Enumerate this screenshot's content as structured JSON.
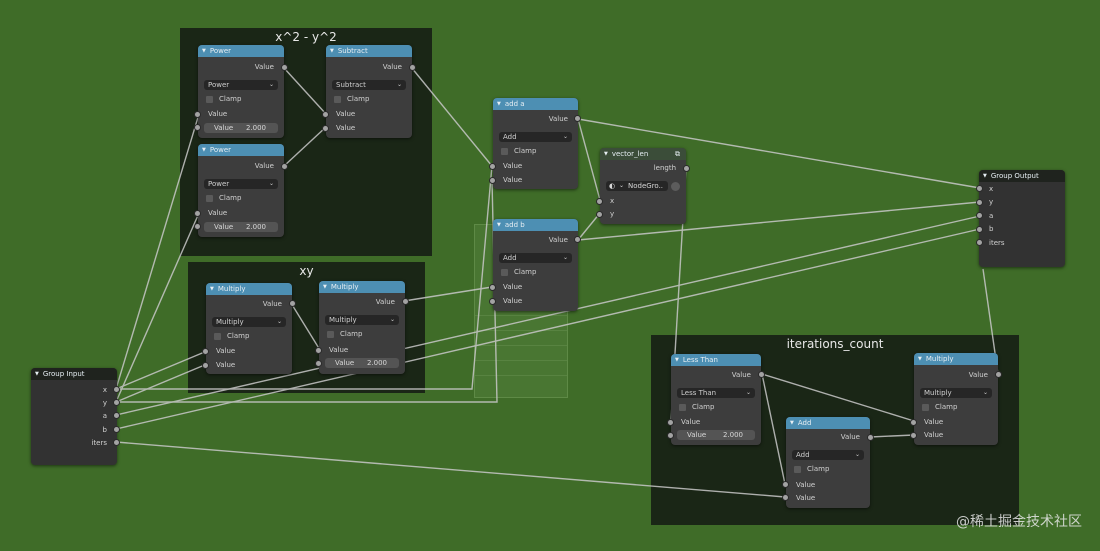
{
  "frames": {
    "square_diff": "x^2 - y^2",
    "xy": "xy",
    "iterations": "iterations_count"
  },
  "labels": {
    "value": "Value",
    "clamp": "Clamp",
    "x": "x",
    "y": "y",
    "a": "a",
    "b": "b",
    "iters": "iters",
    "length": "length"
  },
  "nodes": {
    "power1": {
      "title": "Power",
      "mode": "Power",
      "input_value": "2.000"
    },
    "power2": {
      "title": "Power",
      "mode": "Power",
      "input_value": "2.000"
    },
    "subtract": {
      "title": "Subtract",
      "mode": "Subtract"
    },
    "multiply1": {
      "title": "Multiply",
      "mode": "Multiply"
    },
    "multiply2": {
      "title": "Multiply",
      "mode": "Multiply",
      "input_value": "2.000"
    },
    "add_a": {
      "title": "add a",
      "mode": "Add"
    },
    "add_b": {
      "title": "add b",
      "mode": "Add"
    },
    "vector_len": {
      "title": "vector_len",
      "group": "NodeGro.."
    },
    "group_input": {
      "title": "Group Input"
    },
    "group_output": {
      "title": "Group Output"
    },
    "less_than": {
      "title": "Less Than",
      "mode": "Less Than",
      "input_value": "2.000"
    },
    "add": {
      "title": "Add",
      "mode": "Add"
    },
    "multiply3": {
      "title": "Multiply",
      "mode": "Multiply"
    }
  },
  "watermark": "@稀土掘金技术社区",
  "colors": {
    "background": "#3f6c28",
    "frame": "#1a2616",
    "node_body": "#3d3d3d",
    "math_header": "#4d8fb3",
    "group_header": "#1f231e",
    "float_socket": "#a3a3a3",
    "vector_socket": "#6c6cd0",
    "wire": "#c8c8c8"
  }
}
